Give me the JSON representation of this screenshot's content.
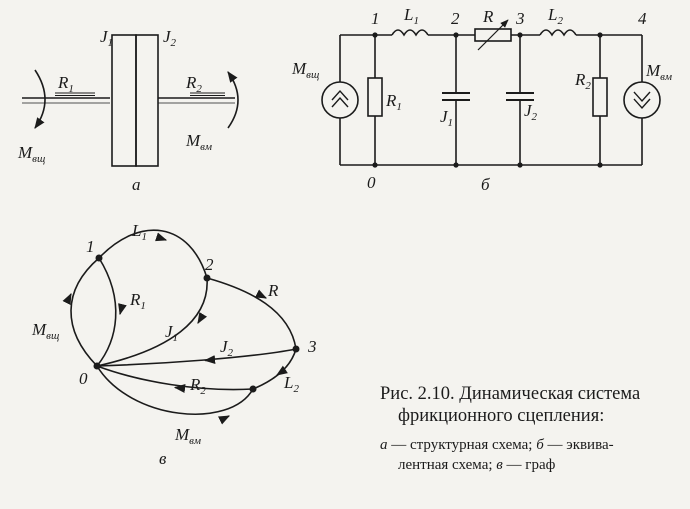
{
  "diagram_a": {
    "label": "а",
    "j1": "J",
    "j1_sub": "1",
    "j2": "J",
    "j2_sub": "2",
    "r1": "R",
    "r1_sub": "1",
    "r2": "R",
    "r2_sub": "2",
    "m_in": "M",
    "m_in_sub": "вщ",
    "m_out": "M",
    "m_out_sub": "вм"
  },
  "diagram_b": {
    "label": "б",
    "node1": "1",
    "node2": "2",
    "node3": "3",
    "node4": "4",
    "node0": "0",
    "l1": "L",
    "l1_sub": "1",
    "r": "R",
    "l2": "L",
    "l2_sub": "2",
    "r1": "R",
    "r1_sub": "1",
    "j1": "J",
    "j1_sub": "1",
    "j2": "J",
    "j2_sub": "2",
    "r2": "R",
    "r2_sub": "2",
    "m_in": "M",
    "m_in_sub": "вщ",
    "m_out": "M",
    "m_out_sub": "вм"
  },
  "diagram_v": {
    "label": "в",
    "node1": "1",
    "node2": "2",
    "node3": "3",
    "node0": "0",
    "l1": "L",
    "l1_sub": "1",
    "r1": "R",
    "r1_sub": "1",
    "r": "R",
    "j1": "J",
    "j1_sub": "1",
    "j2": "J",
    "j2_sub": "2",
    "r2": "R",
    "r2_sub": "2",
    "l2": "L",
    "l2_sub": "2",
    "m_in": "M",
    "m_in_sub": "вщ",
    "m_out": "M",
    "m_out_sub": "вм"
  },
  "caption": {
    "line1": "Рис. 2.10. Динамическая система",
    "line2": "фрикционного сцепления:",
    "sub_a_letter": "а",
    "sub_a_text": " — структурная схема; ",
    "sub_b_letter": "б",
    "sub_b_text": " — эквива-",
    "sub_line2_text": "лентная схема; ",
    "sub_v_letter": "в",
    "sub_v_text": " — граф"
  },
  "colors": {
    "ink": "#1b1b1b",
    "paper": "#f4f3ef"
  }
}
